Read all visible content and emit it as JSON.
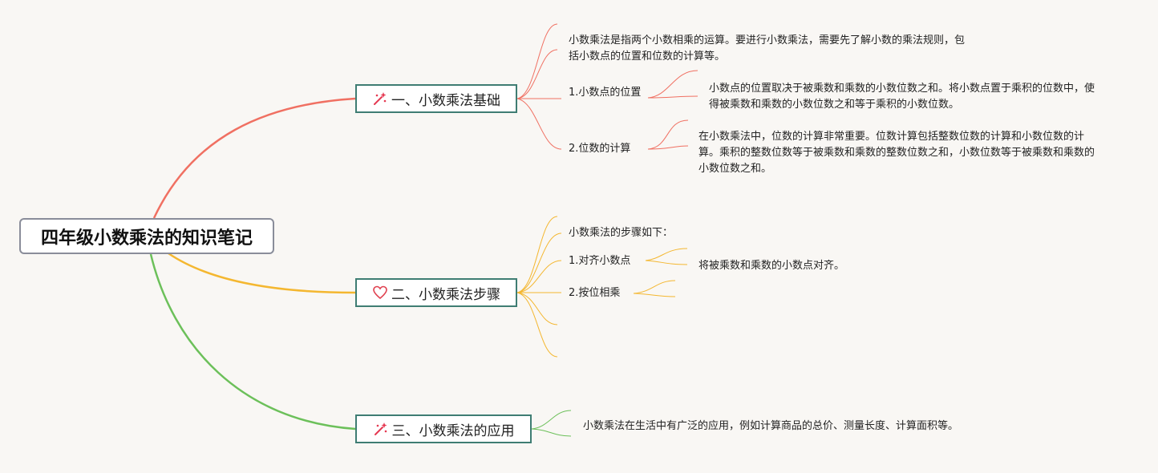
{
  "root": {
    "title": "四年级小数乘法的知识笔记"
  },
  "topics": [
    {
      "title": "一、小数乘法基础",
      "icon": "magic-wand-icon",
      "color": "#f07062"
    },
    {
      "title": "二、小数乘法步骤",
      "icon": "heart-icon",
      "color": "#f4b730"
    },
    {
      "title": "三、小数乘法的应用",
      "icon": "magic-wand-icon",
      "color": "#6cc05a"
    }
  ],
  "basics": {
    "intro": "小数乘法是指两个小数相乘的运算。要进行小数乘法，需要先了解小数的乘法规则，包括小数点的位置和位数的计算等。",
    "point_label": "1.小数点的位置",
    "point_note": "小数点的位置取决于被乘数和乘数的小数位数之和。将小数点置于乘积的位数中，使得被乘数和乘数的小数位数之和等于乘积的小数位数。",
    "digits_label": "2.位数的计算",
    "digits_note": "在小数乘法中，位数的计算非常重要。位数计算包括整数位数的计算和小数位数的计算。乘积的整数位数等于被乘数和乘数的整数位数之和，小数位数等于被乘数和乘数的小数位数之和。"
  },
  "steps": {
    "intro": "小数乘法的步骤如下：",
    "align_label": "1.对齐小数点",
    "align_note": "将被乘数和乘数的小数点对齐。",
    "multiply_label": "2.按位相乘"
  },
  "application": {
    "note": "小数乘法在生活中有广泛的应用，例如计算商品的总价、测量长度、计算面积等。"
  }
}
